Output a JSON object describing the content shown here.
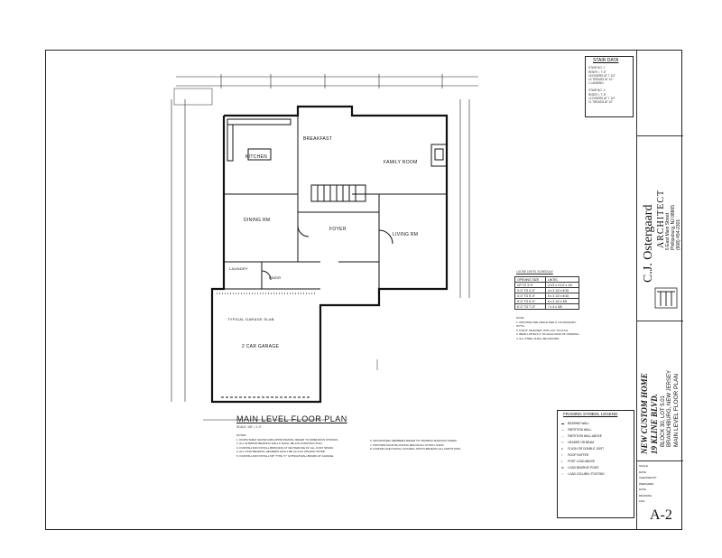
{
  "drawing": {
    "title": "MAIN LEVEL FLOOR PLAN",
    "scale": "SCALE: 1/8\" = 1'-0\"",
    "rooms": {
      "kitchen": "KITCHEN",
      "breakfast": "BREAKFAST",
      "family": "FAMILY ROOM",
      "dining": "DINING RM",
      "foyer": "FOYER",
      "living": "LIVING RM",
      "laundry": "LAUNDRY",
      "powder": "PWDR",
      "garage": "2 CAR GARAGE",
      "slab": "TYPICAL GARAGE SLAB"
    }
  },
  "stair_data": {
    "title": "STAIR DATA",
    "no1": "STAIR NO. 1",
    "no1_lines": [
      "RISER = 7'-5\"",
      "15 RISERS AT 7 1/2\"",
      "14 TREADS AT 10\"",
      "1 LANDING"
    ],
    "no2": "STAIR NO. 2",
    "no2_lines": [
      "RISER = 7'-5\"",
      "12 RISERS AT 7 1/2\"",
      "11 TREADS AT 10\""
    ]
  },
  "lintel": {
    "title": "LOOSE LINTEL SCHEDULE",
    "headers": [
      "OPENING SIZE",
      "LINTEL"
    ],
    "rows": [
      [
        "UP TO 3'-0\"",
        "3 1/2 x 3 1/2 x 1/4"
      ],
      [
        "3'-0\" TO 4'-0\"",
        "4 x 3 1/2 x 5/16"
      ],
      [
        "4'-0\" TO 5'-0\"",
        "5 x 3 1/2 x 5/16"
      ],
      [
        "5'-0\" TO 6'-0\"",
        "6 x 3 1/2 x 3/8"
      ],
      [
        "6'-0\" TO 7'-0\"",
        "7 x 4 x 3/8"
      ]
    ]
  },
  "legend": {
    "title": "FRAMING SYMBOL LEGEND",
    "items": [
      "BEARING WALL",
      "PARTITION WALL",
      "PARTITION WALL ABOVE",
      "HEADER OR BEAM",
      "FLUSH OR DOUBLE JOIST",
      "ROOF RAFTER",
      "POST LOAD ABOVE",
      "LOAD BEARING POINT",
      "LOAD COLUMN / FOOTING"
    ]
  },
  "architect": {
    "name": "C.J. Ostergaard",
    "title": "ARCHITECT",
    "address": "6 East Main Street",
    "city": "Phillipsburg, NJ 08865",
    "phone": "(908) 454-2301"
  },
  "project": {
    "line1": "NEW CUSTOM HOME",
    "line2": "19 KLINE BLVD.",
    "line3": "BLOCK 30, LOT 5.01",
    "line4": "BRANCHBURG, NEW JERSEY",
    "line5": "MAIN LEVEL FLOOR PLAN"
  },
  "sheet": {
    "number": "A-2",
    "fields": [
      "SCALE",
      "DATE",
      "CHECKED BY",
      "PREPARED",
      "DATE",
      "DRAWING",
      "FILE"
    ]
  }
}
